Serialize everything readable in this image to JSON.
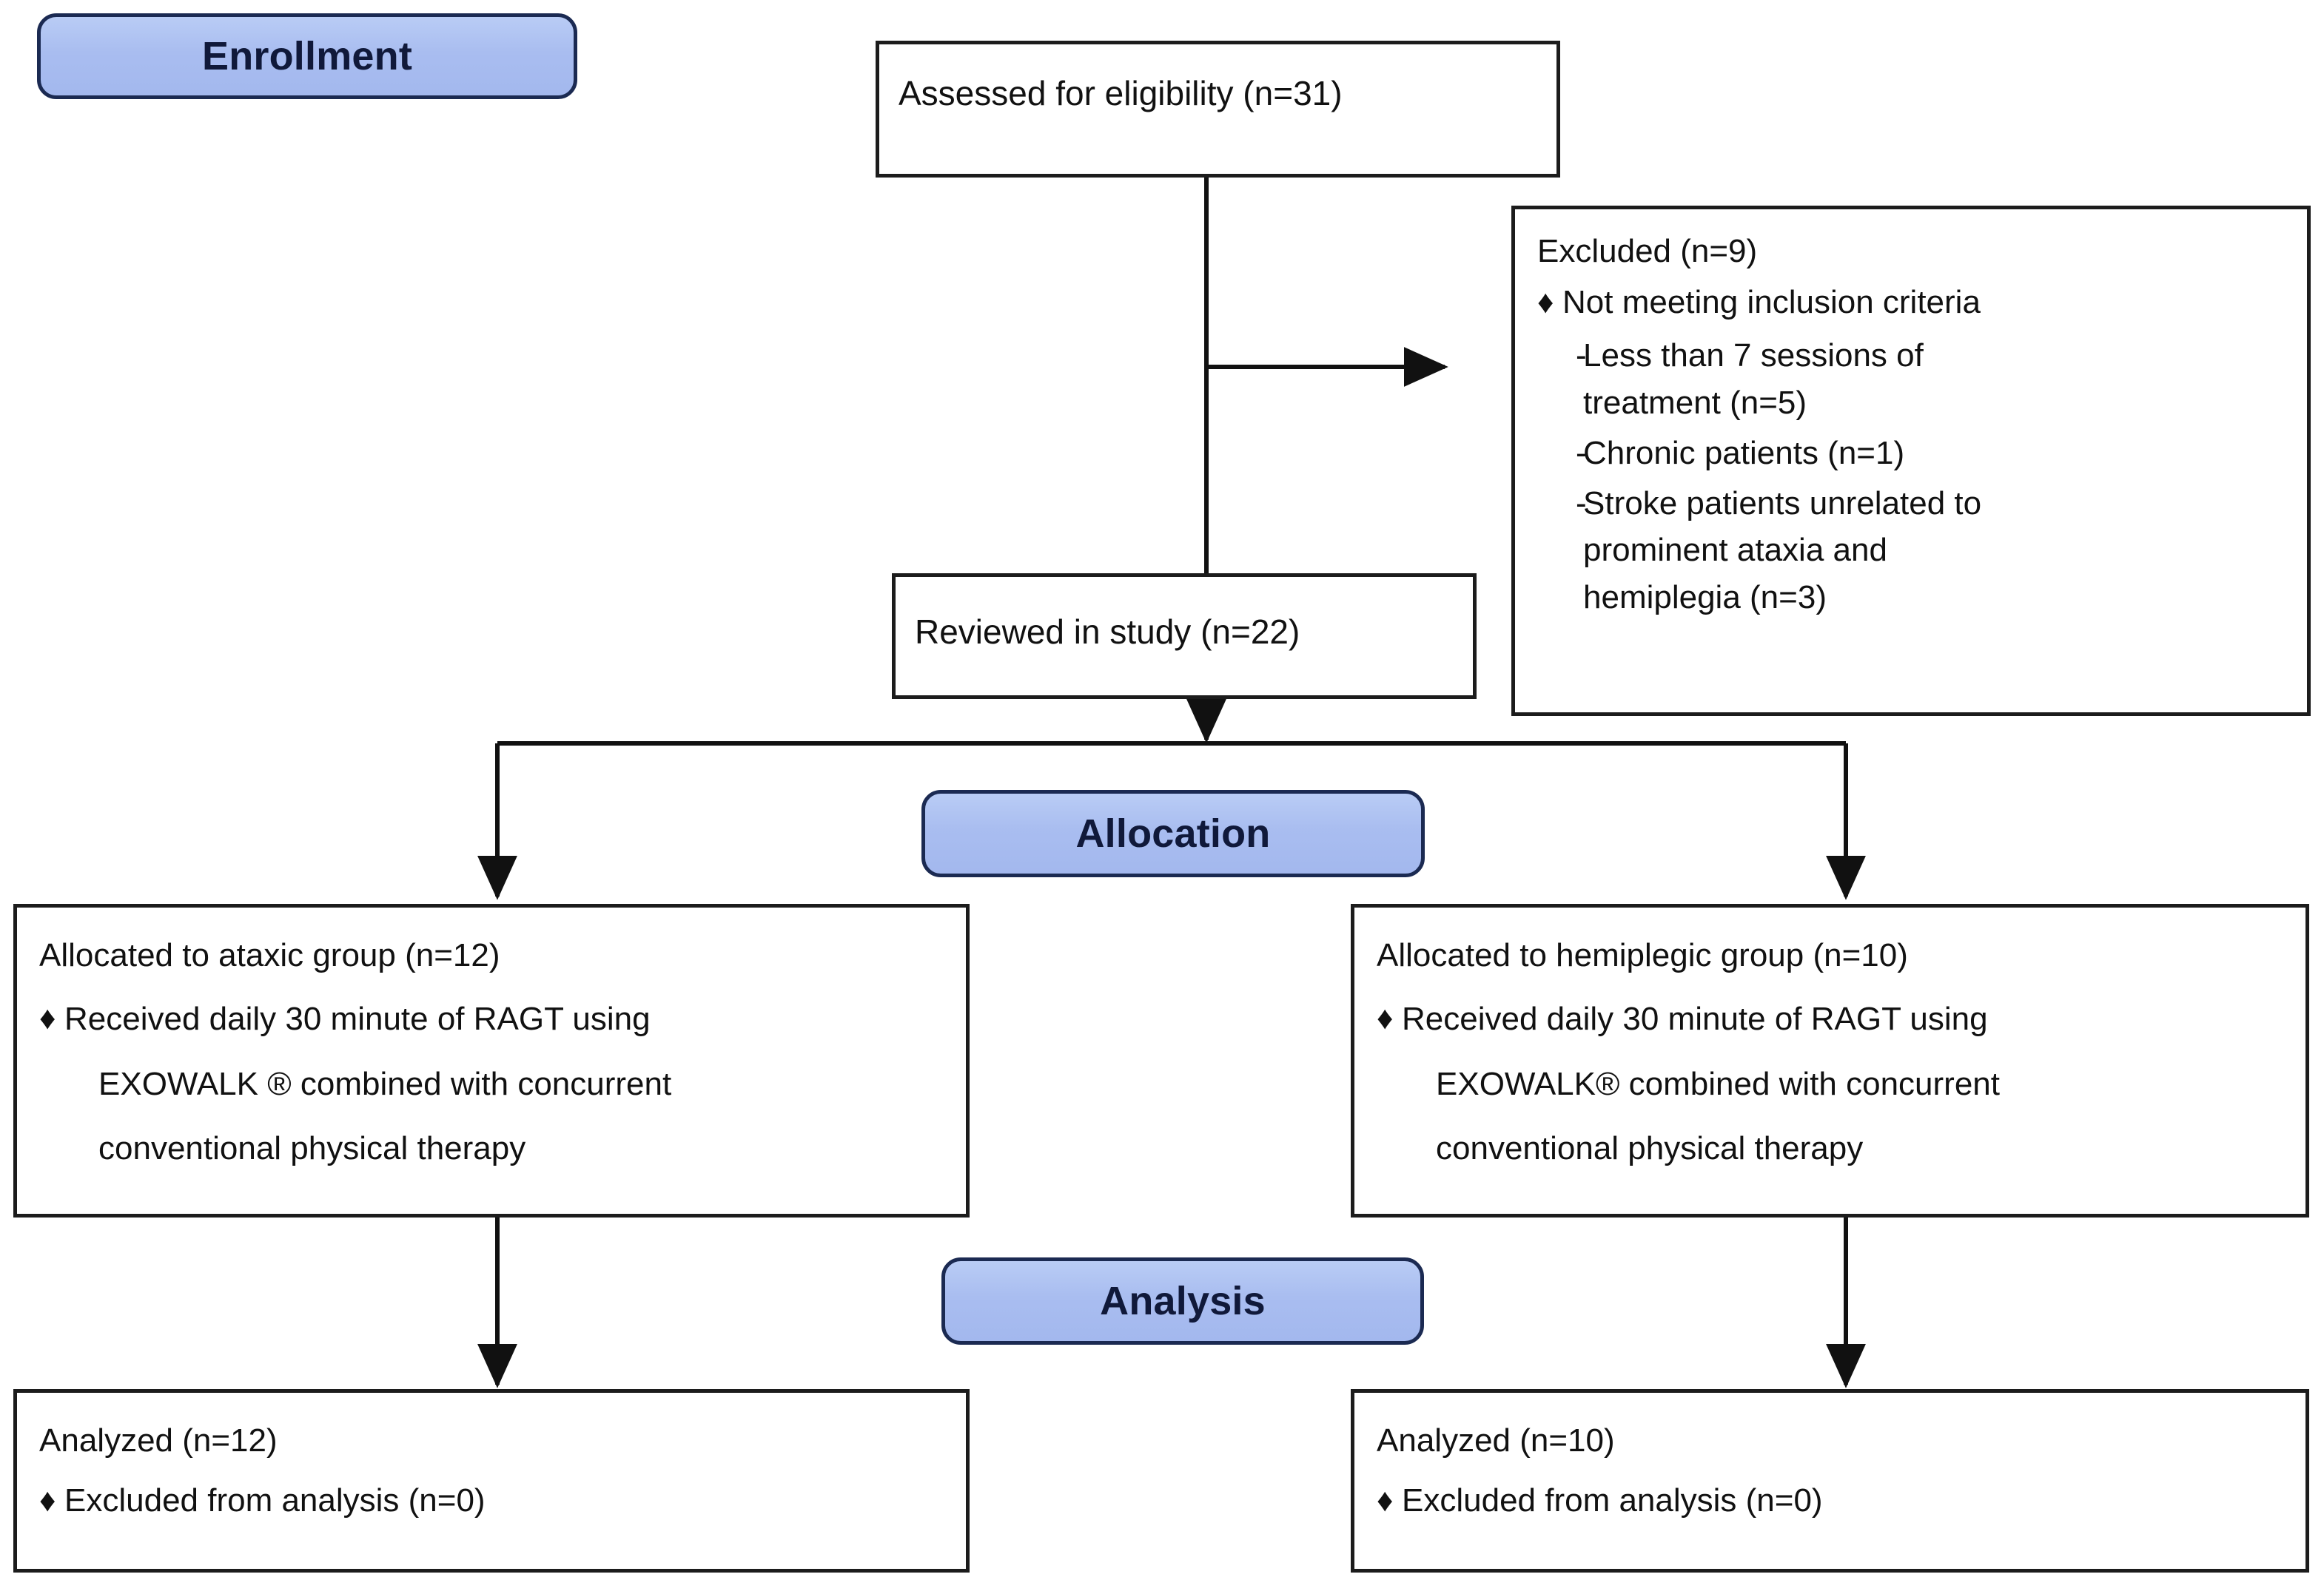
{
  "diagram": {
    "title": "CONSORT participant flow diagram",
    "colors": {
      "badge_fill": "#a9bdf0",
      "badge_border": "#1b2a52",
      "badge_text": "#10193a",
      "box_border": "#1c1c1c",
      "box_fill": "#ffffff",
      "text": "#111111",
      "connector": "#111111"
    },
    "stages": {
      "enrollment": "Enrollment",
      "allocation": "Allocation",
      "analysis": "Analysis"
    },
    "assessed": {
      "label": "Assessed for eligibility (n=31)"
    },
    "excluded": {
      "heading": "Excluded (n=9)",
      "bullet_symbol": "♦",
      "dash_symbol": "-",
      "bullets": [
        {
          "text": "Not meeting inclusion criteria",
          "sub": [
            {
              "line1": "Less than 7 sessions of",
              "line2": "treatment (n=5)"
            },
            {
              "line1": "Chronic patients (n=1)",
              "line2": ""
            },
            {
              "line1": "Stroke patients unrelated to",
              "line2": "prominent ataxia and",
              "line3": "hemiplegia (n=3)"
            }
          ]
        }
      ]
    },
    "reviewed": {
      "label": "Reviewed in study (n=22)"
    },
    "allocation_groups": [
      {
        "heading": "Allocated to ataxic group (n=12)",
        "bullet_symbol": "♦",
        "bullet_line1": "Received  daily 30 minute of RAGT using",
        "bullet_line2": "EXOWALK ® combined with concurrent",
        "bullet_line3": "conventional physical therapy"
      },
      {
        "heading": "Allocated to hemiplegic group (n=10)",
        "bullet_symbol": "♦",
        "bullet_line1": "Received  daily 30 minute of RAGT using",
        "bullet_line2": "EXOWALK® combined with concurrent",
        "bullet_line3": "conventional physical therapy"
      }
    ],
    "analysis_groups": [
      {
        "heading": "Analyzed (n=12)",
        "bullet_symbol": "♦",
        "bullet_text": "Excluded from analysis (n=0)"
      },
      {
        "heading": "Analyzed (n=10)",
        "bullet_symbol": "♦",
        "bullet_text": "Excluded from analysis (n=0)"
      }
    ]
  }
}
